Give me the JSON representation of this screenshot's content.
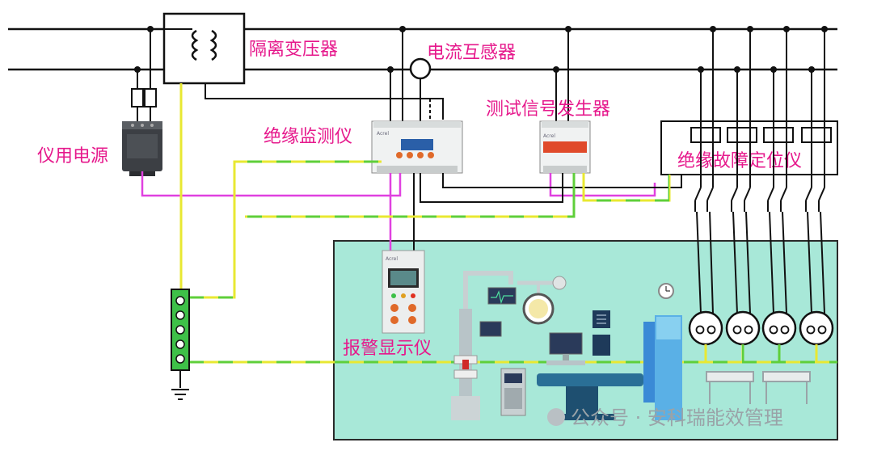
{
  "labels": {
    "isolation_transformer": "隔离变压器",
    "current_transformer": "电流互感器",
    "test_signal_generator": "测试信号发生器",
    "insulation_monitor": "绝缘监测仪",
    "instrument_power": "仪用电源",
    "fault_locator": "绝缘故障定位仪",
    "alarm_display": "报警显示仪"
  },
  "device_brand": "Acrel",
  "watermark": "公众号 · 安科瑞能效管理",
  "colors": {
    "label": "#e6198c",
    "room_fill": "#a8e8d8",
    "ground_wire": "#c8d23c",
    "signal_wire": "#e040e0"
  }
}
